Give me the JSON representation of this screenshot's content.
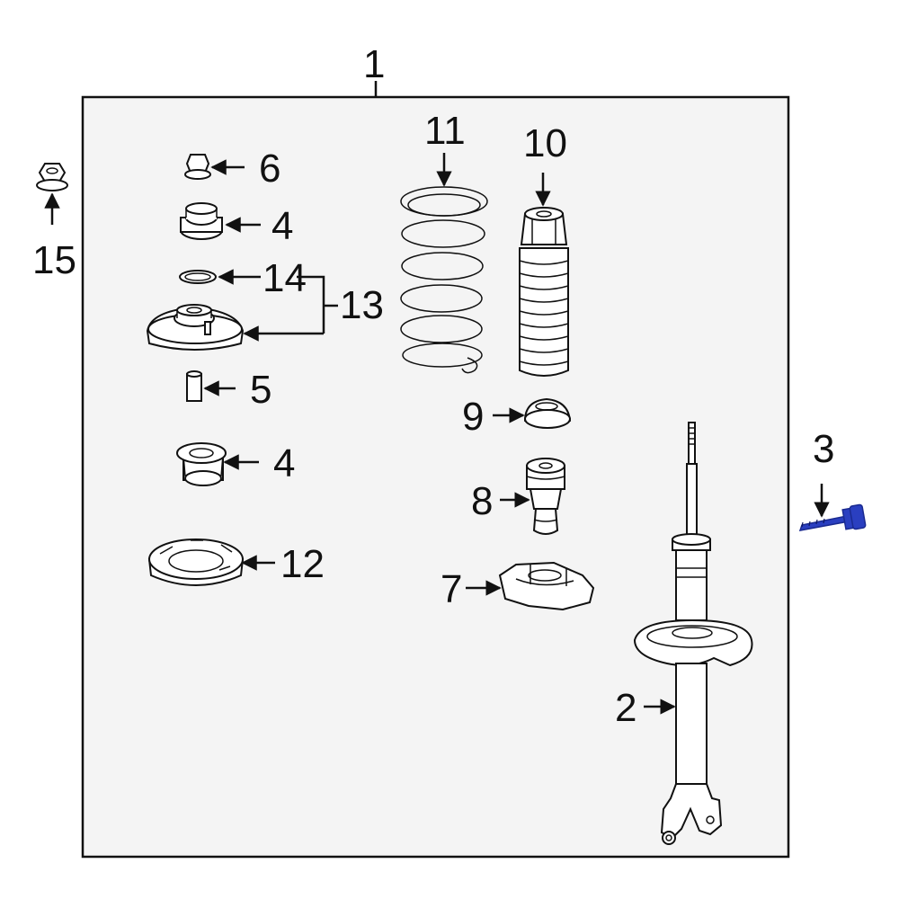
{
  "diagram": {
    "callouts": {
      "c1": "1",
      "c2": "2",
      "c3": "3",
      "c4a": "4",
      "c4b": "4",
      "c5": "5",
      "c6": "6",
      "c7": "7",
      "c8": "8",
      "c9": "9",
      "c10": "10",
      "c11": "11",
      "c12": "12",
      "c13": "13",
      "c14": "14",
      "c15": "15"
    },
    "colors": {
      "line": "#111111",
      "frame_fill": "#f4f4f4",
      "part_fill": "#ffffff",
      "highlight": "#2a3fc0"
    },
    "highlighted_part": "3"
  }
}
